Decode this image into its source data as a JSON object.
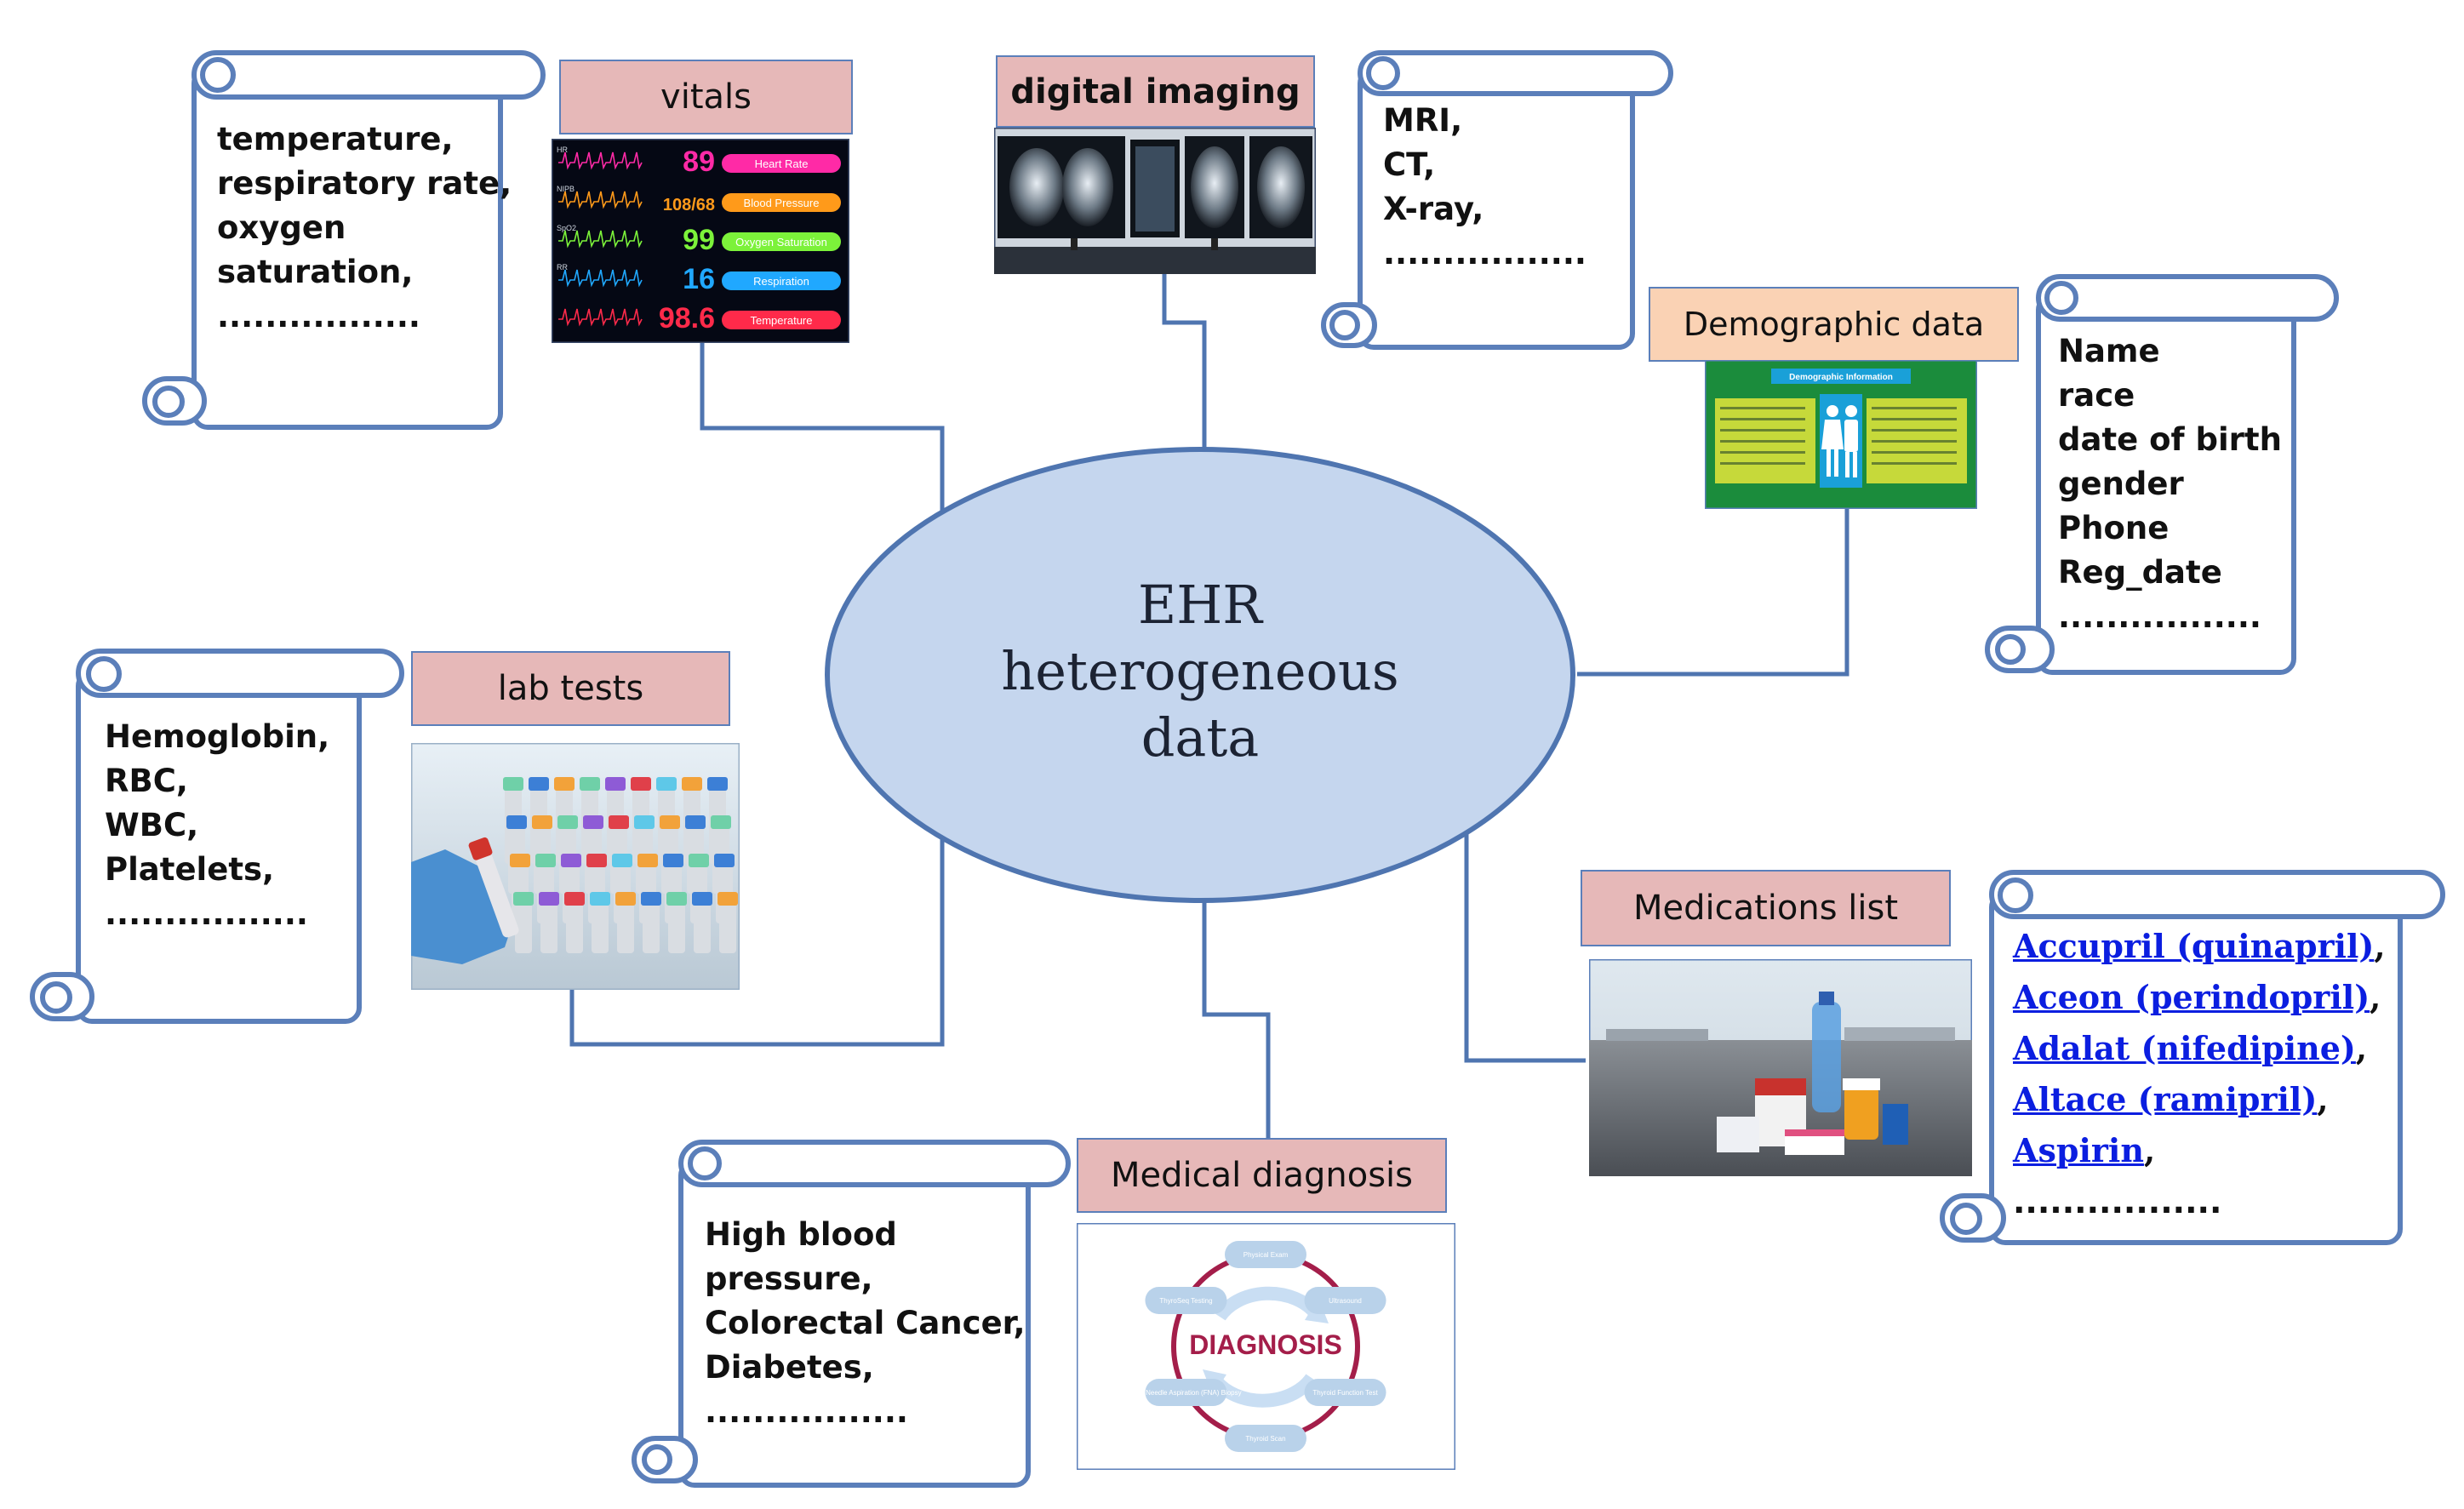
{
  "center": {
    "lines": [
      "EHR",
      "heterogeneous",
      "data"
    ]
  },
  "categories": {
    "vitals": {
      "label": "vitals",
      "items": [
        "temperature,",
        "respiratory rate,",
        "oxygen",
        "saturation,",
        "................."
      ]
    },
    "digital_imaging": {
      "label": "digital imaging",
      "items": [
        "MRI,",
        "CT,",
        "X-ray,",
        "................."
      ]
    },
    "demographic": {
      "label": "Demographic data",
      "items": [
        "Name",
        "race",
        "date of birth",
        "gender",
        "Phone",
        "Reg_date",
        "................."
      ]
    },
    "lab_tests": {
      "label": "lab tests",
      "items": [
        "Hemoglobin,",
        "RBC,",
        "WBC,",
        "Platelets,",
        "................."
      ]
    },
    "medications": {
      "label": "Medications list",
      "links": [
        "Accupril (quinapril)",
        "Aceon (perindopril)",
        "Adalat (nifedipine)",
        "Altace (ramipril)",
        "Aspirin"
      ],
      "link_suffix": ",",
      "ellipsis": "................."
    },
    "diagnosis": {
      "label": "Medical diagnosis",
      "items": [
        "High blood",
        "pressure,",
        "Colorectal Cancer,",
        "Diabetes,",
        "................."
      ]
    }
  },
  "vitals_monitor": {
    "rows": [
      {
        "tag": "HR",
        "value": "89",
        "label": "Heart Rate",
        "color": "#ff2aa6"
      },
      {
        "tag": "NIPB",
        "value": "108/68",
        "label": "Blood Pressure",
        "color": "#ff9a1a"
      },
      {
        "tag": "SpO2",
        "value": "99",
        "label": "Oxygen Saturation",
        "color": "#7cf23a"
      },
      {
        "tag": "RR",
        "value": "16",
        "label": "Respiration",
        "color": "#20a8ff"
      },
      {
        "tag": "",
        "value": "98.6",
        "label": "Temperature",
        "color": "#ff2a4a"
      }
    ]
  },
  "demographic_screen": {
    "heading": "Demographic Information"
  },
  "diagnosis_cycle": {
    "center_word": "DIAGNOSIS",
    "steps": [
      "Physical Exam",
      "Ultrasound",
      "Thyroid Function Test",
      "Thyroid Scan",
      "Fine Needle Aspiration (FNA) Biopsy",
      "ThyroSeq Testing"
    ]
  },
  "colors": {
    "scroll_stroke": "#5b7fba",
    "label_fill": "#e6b8b8",
    "label_fill_demo": "#fad2b4",
    "ellipse_fill": "#c5d6ee",
    "line": "#4f75b0",
    "link": "#0b1ee0"
  }
}
